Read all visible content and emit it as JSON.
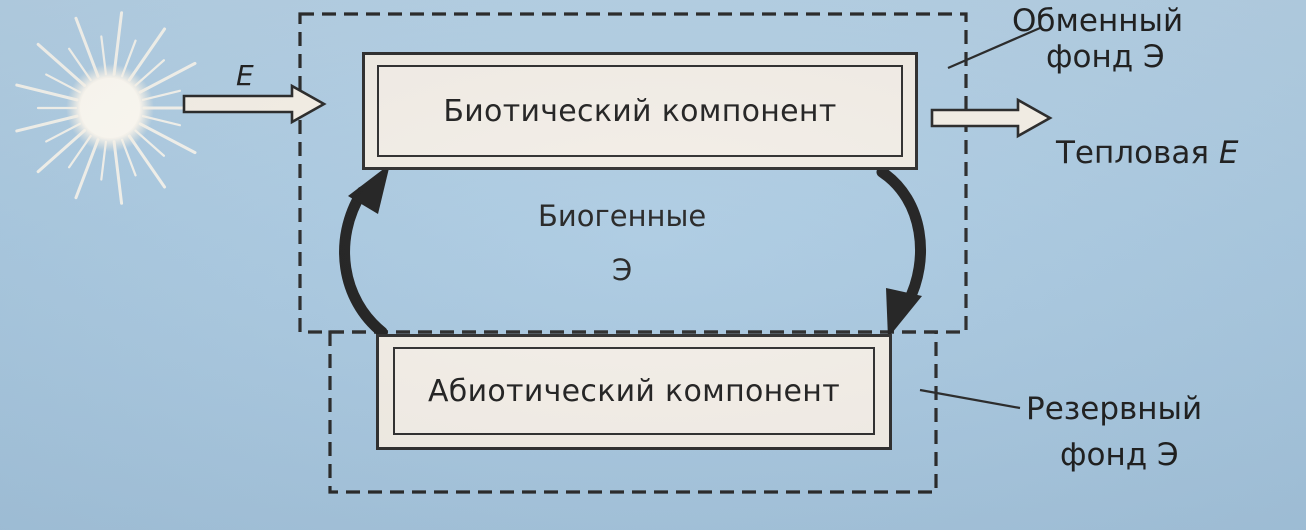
{
  "diagram": {
    "biotic_component": "Биотический компонент",
    "abiotic_component": "Абиотический компонент",
    "energy_input": "E",
    "exchange_pool_line1": "Обменный",
    "exchange_pool_line2": "фонд Э",
    "heat_output_word": "Тепловая",
    "heat_output_symbol": "E",
    "biogenic_line1": "Биогенные",
    "biogenic_line2": "Э",
    "reserve_pool_line1": "Резервный",
    "reserve_pool_line2": "фонд Э"
  },
  "colors": {
    "background": "#abc9e0",
    "box_fill": "#f1ece4",
    "ink": "#1c1c1c",
    "sun_rays": "#fbf7ee"
  }
}
